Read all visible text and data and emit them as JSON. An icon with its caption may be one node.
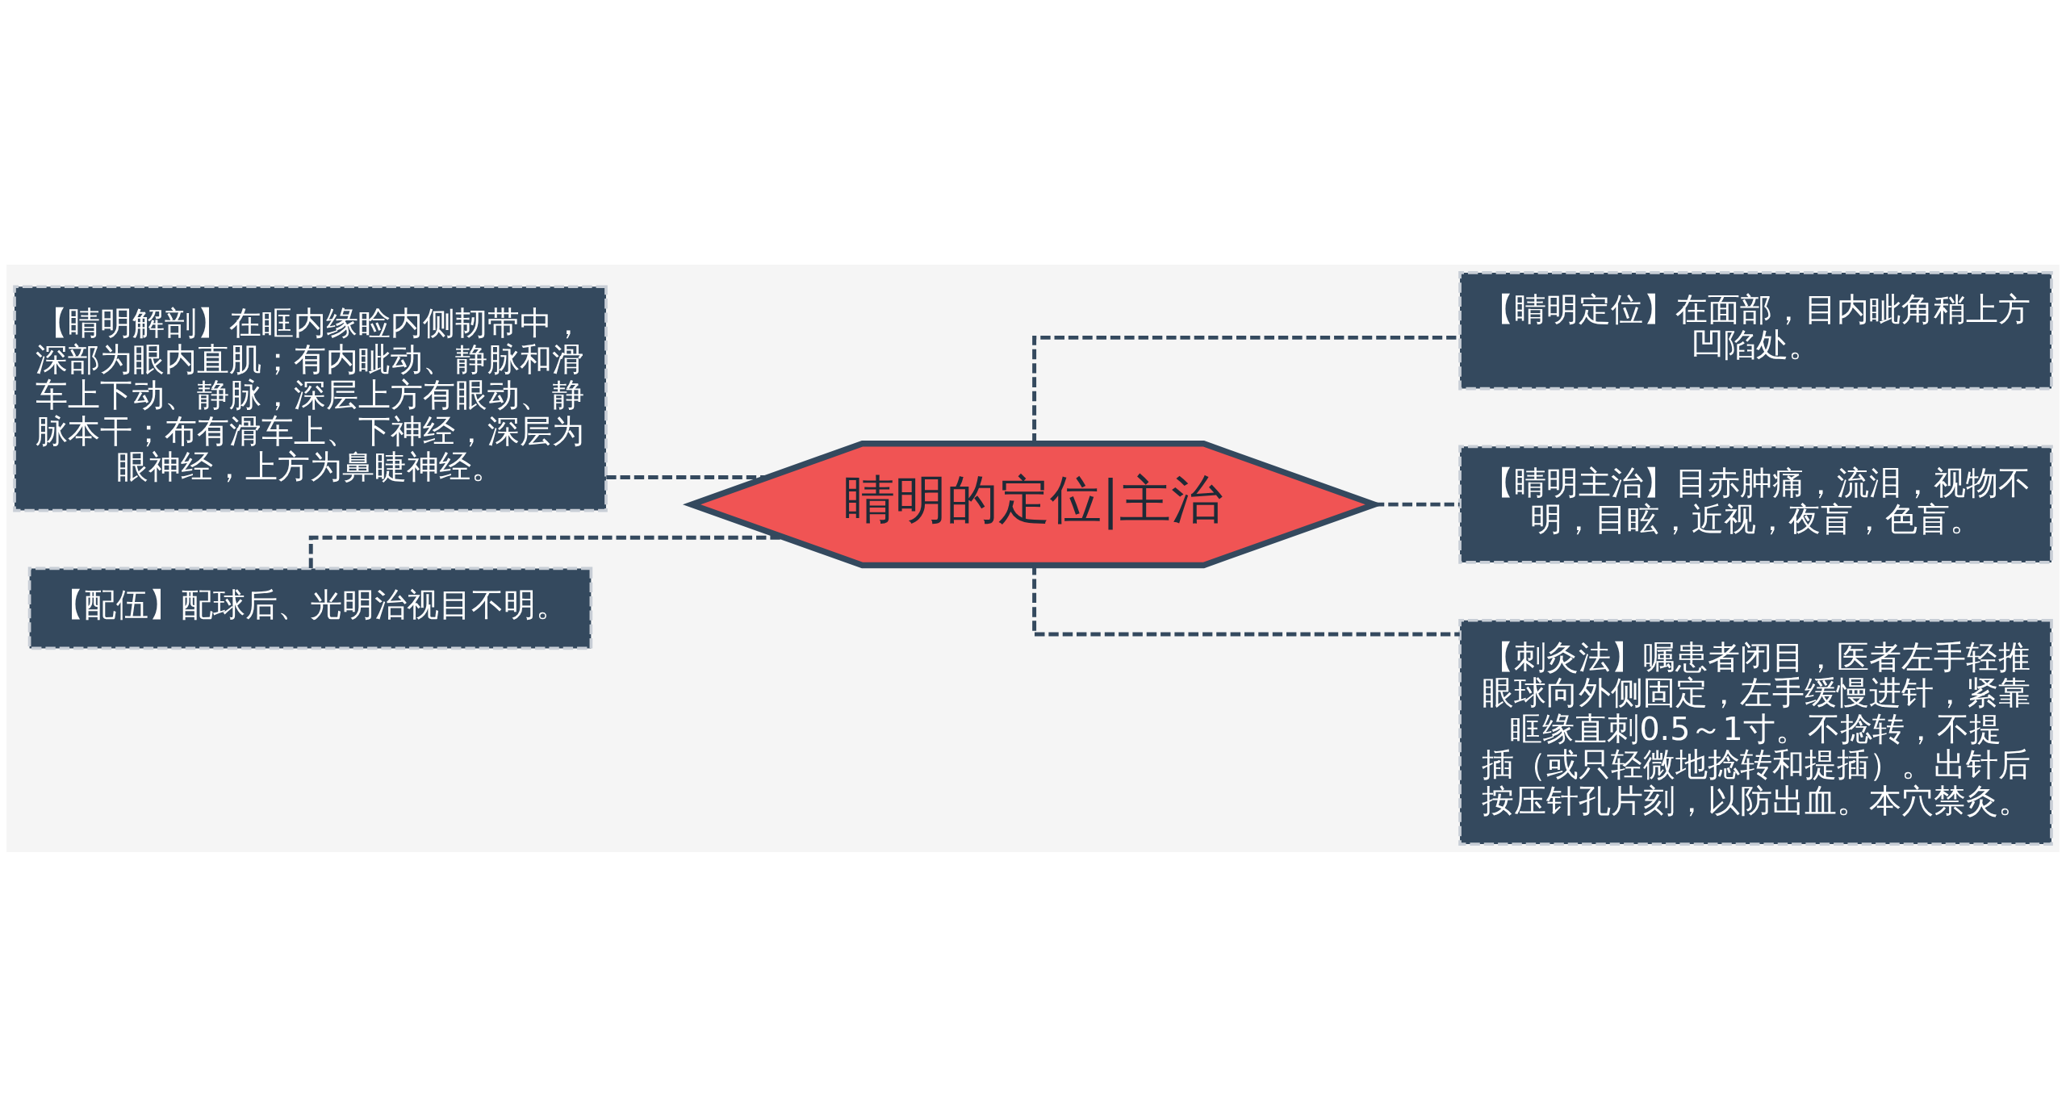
{
  "diagram": {
    "nodes": [
      {
        "text": [
          "睛明的定位|主治"
        ]
      },
      {
        "text": [
          "【睛明解剖】在眶内缘睑内侧韧带中，深部为眼内直肌；有内眦动、静脉和滑车上下动、静脉，深层上方有眼动、静脉本干；布有滑车上、下神经，深层为眼神经，上方为鼻睫神经。"
        ]
      },
      {
        "text": [
          "【配伍】配球后、光明治视目不明。"
        ]
      },
      {
        "text": [
          "【睛明定位】在面部，目内眦角稍上方凹陷处。"
        ]
      },
      {
        "text": [
          "【睛明主治】目赤肿痛，流泪，视物不明，目眩，近视，夜盲，色盲。"
        ]
      },
      {
        "text": [
          "【刺灸法】嘱患者闭目，医者左手轻推眼球向外侧固定，左手缓慢进针，紧靠眶缘直刺0.5～1寸。不捻转，不提插（或只轻微地捻转和提插）。出针后按压针孔片刻，以防出血。本穴禁灸。"
        ]
      }
    ],
    "edges": [
      {
        "from": 0,
        "to": 1,
        "arrow": "none",
        "style": "dashed"
      },
      {
        "from": 0,
        "to": 2,
        "arrow": "none",
        "style": "dashed"
      },
      {
        "from": 0,
        "to": 3,
        "arrow": "none",
        "style": "dashed"
      },
      {
        "from": 0,
        "to": 4,
        "arrow": "none",
        "style": "dashed"
      },
      {
        "from": 0,
        "to": 5,
        "arrow": "none",
        "style": "dashed"
      }
    ]
  }
}
